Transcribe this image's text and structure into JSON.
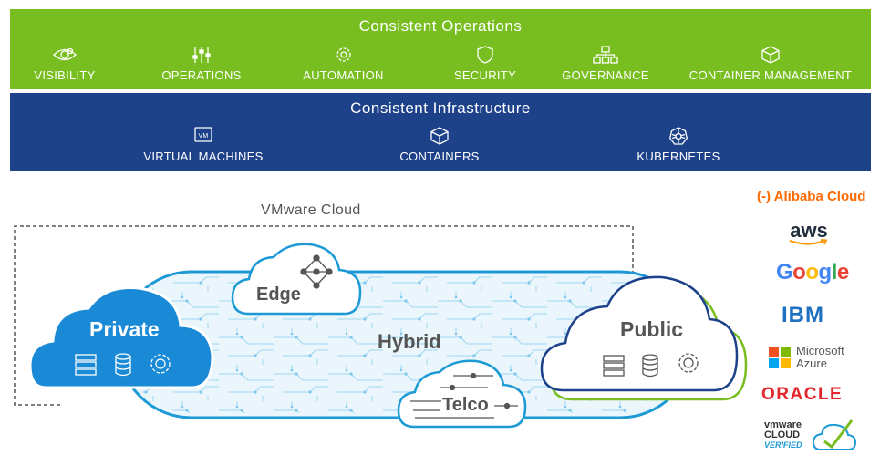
{
  "operations": {
    "title": "Consistent  Operations",
    "items": [
      {
        "label": "VISIBILITY",
        "icon": "eye-icon"
      },
      {
        "label": "OPERATIONS",
        "icon": "sliders-icon"
      },
      {
        "label": "AUTOMATION",
        "icon": "gear-icon"
      },
      {
        "label": "SECURITY",
        "icon": "shield-icon"
      },
      {
        "label": "GOVERNANCE",
        "icon": "hierarchy-icon"
      },
      {
        "label": "CONTAINER MANAGEMENT",
        "icon": "cube-icon"
      }
    ]
  },
  "infrastructure": {
    "title": "Consistent Infrastructure",
    "items": [
      {
        "label": "VIRTUAL MACHINES",
        "icon": "vm-icon"
      },
      {
        "label": "CONTAINERS",
        "icon": "cube-icon"
      },
      {
        "label": "KUBERNETES",
        "icon": "kubernetes-icon"
      }
    ]
  },
  "diagram": {
    "vmware_cloud": "VMware Cloud",
    "private": "Private",
    "public": "Public",
    "edge": "Edge",
    "telco": "Telco",
    "hybrid": "Hybrid"
  },
  "providers": {
    "alibaba": "Alibaba Cloud",
    "aws": "aws",
    "google": [
      "G",
      "o",
      "o",
      "g",
      "l",
      "e"
    ],
    "ibm": "IBM",
    "microsoft": "Microsoft",
    "azure": "Azure",
    "oracle": "ORACLE",
    "vmware": "vmware",
    "cloud": "CLOUD",
    "verified": "VERIFIED",
    "alibaba_mark": "(-)"
  },
  "colors": {
    "ops_green": "#78be20",
    "infra_blue": "#1d428a",
    "private_blue": "#1a8ad6",
    "public_navy": "#1d428a",
    "hybrid_cyan": "#1d9ad6",
    "google_blue": "#4285f4",
    "google_red": "#ea4335",
    "google_yellow": "#fbbc05",
    "google_green": "#34a853"
  }
}
